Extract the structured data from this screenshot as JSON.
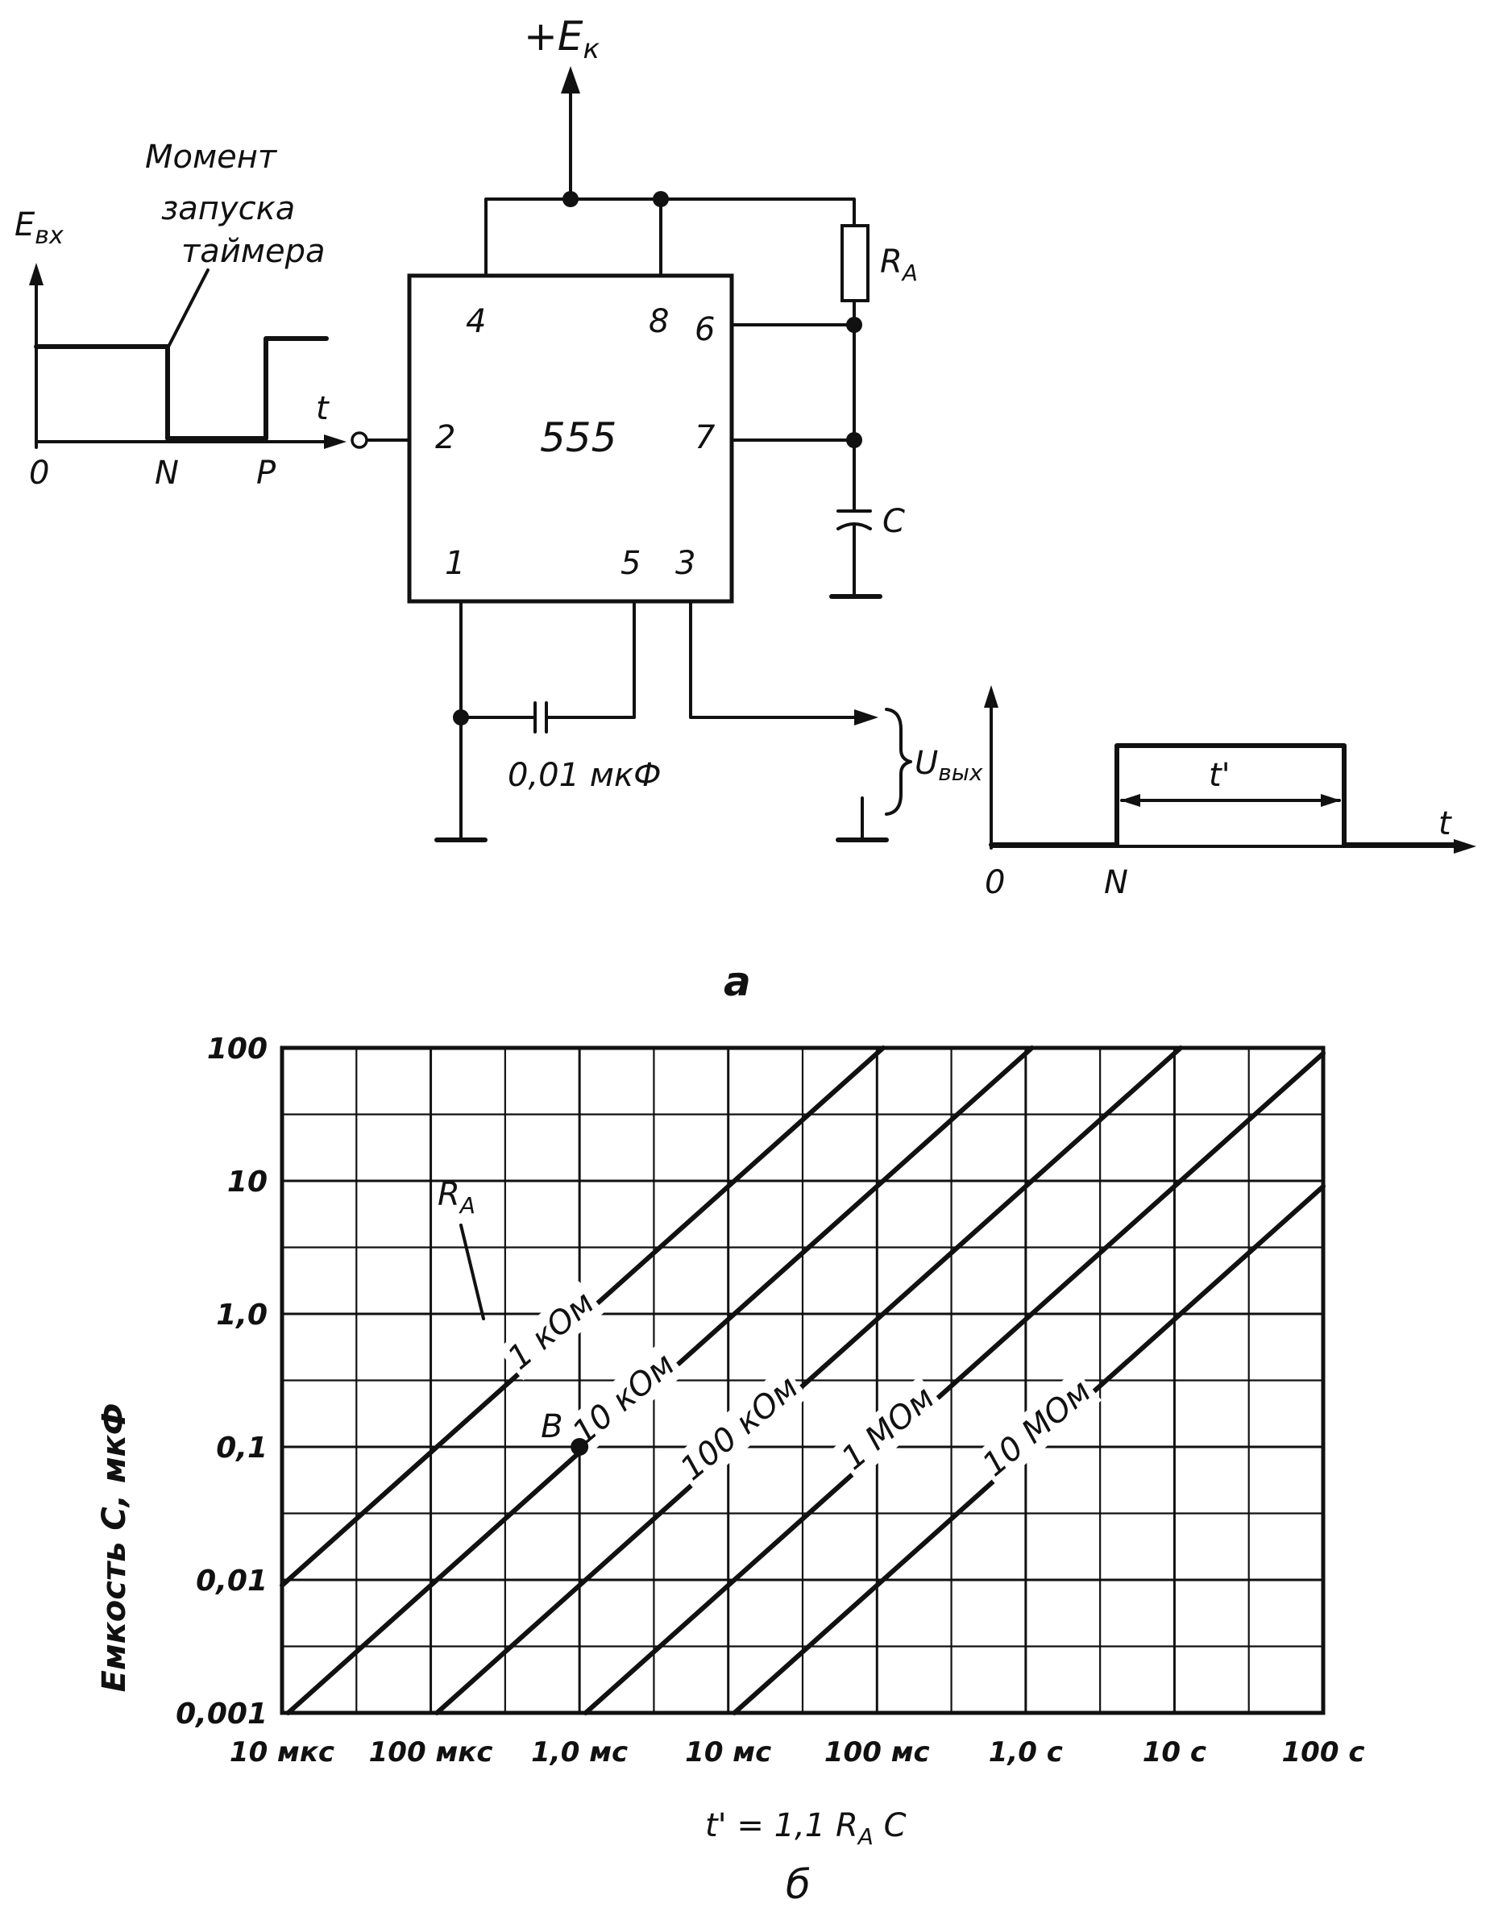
{
  "figure_a": {
    "label": "а",
    "supply_label": "+E",
    "supply_sub": "к",
    "resistor_label": "R",
    "resistor_sub": "A",
    "capacitor_label": "C",
    "chip_label": "555",
    "pins": {
      "p4": "4",
      "p8": "8",
      "p6": "6",
      "p2": "2",
      "p7": "7",
      "p1": "1",
      "p5": "5",
      "p3": "3"
    },
    "control_cap_label": "0,01 мкФ",
    "input_graph": {
      "y_label": "E",
      "y_sub": "вх",
      "annotation_line1": "Момент",
      "annotation_line2": "запуска",
      "annotation_line3": "таймера",
      "t_label": "t",
      "x0": "0",
      "xN": "N",
      "xP": "P"
    },
    "output": {
      "u_label": "U",
      "u_sub": "вых",
      "pulse_label": "t'",
      "t_label": "t",
      "x0": "0",
      "xN": "N"
    }
  },
  "figure_b": {
    "label": "б",
    "y_axis_title": "Емкость C, мкФ",
    "x_axis_title": "t' = 1,1 R",
    "x_axis_title_sub": "A",
    "x_axis_title_end": " C",
    "family_label": "R",
    "family_sub": "A",
    "point_label": "B"
  },
  "chart_data": {
    "type": "line",
    "scale": "log-log",
    "x_unit": "s",
    "y_unit": "мкФ",
    "x_tick_labels": [
      "10 мкс",
      "100 мкс",
      "1,0 мс",
      "10 мс",
      "100 мс",
      "1,0 с",
      "10 с",
      "100 с"
    ],
    "x_tick_values": [
      1e-05,
      0.0001,
      0.001,
      0.01,
      0.1,
      1,
      10,
      100
    ],
    "y_tick_labels": [
      "0,001",
      "0,01",
      "0,1",
      "1,0",
      "10",
      "100"
    ],
    "y_tick_values": [
      0.001,
      0.01,
      0.1,
      1,
      10,
      100
    ],
    "xlim": [
      1e-05,
      100
    ],
    "ylim": [
      0.001,
      100
    ],
    "grid": true,
    "relation": "t' = 1.1 * R_A * C",
    "series": [
      {
        "name": "1 кОм",
        "R_ohm": 1000
      },
      {
        "name": "10 кОм",
        "R_ohm": 10000
      },
      {
        "name": "100 кОм",
        "R_ohm": 100000
      },
      {
        "name": "1 МОм",
        "R_ohm": 1000000
      },
      {
        "name": "10 МОм",
        "R_ohm": 10000000
      }
    ],
    "marked_point": {
      "label": "B",
      "t_s": 0.001,
      "C_uF": 0.1
    }
  }
}
